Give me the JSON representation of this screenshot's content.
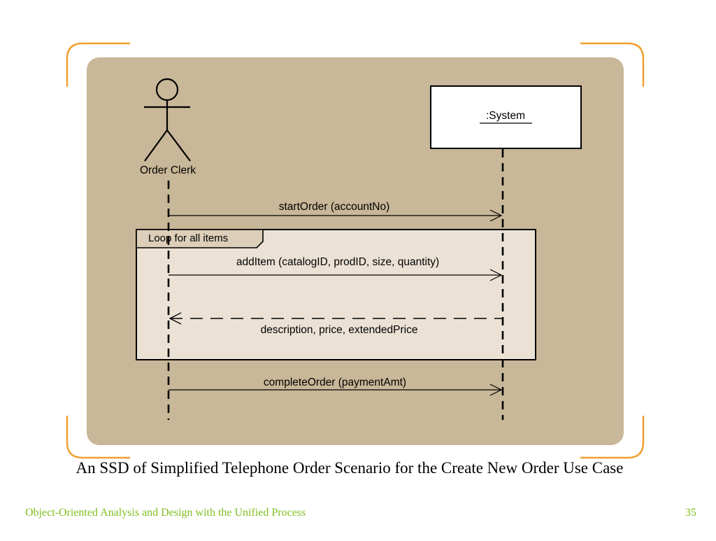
{
  "diagram": {
    "actor": {
      "label": "Order Clerk"
    },
    "system": {
      "label": ":System"
    },
    "loop": {
      "label": "Loop for all items"
    },
    "messages": [
      {
        "label": "startOrder (accountNo)",
        "kind": "call"
      },
      {
        "label": "addItem (catalogID, prodID, size, quantity)",
        "kind": "call"
      },
      {
        "label": "description, price, extendedPrice",
        "kind": "return"
      },
      {
        "label": "completeOrder (paymentAmt)",
        "kind": "call"
      }
    ]
  },
  "caption": "An SSD of  Simplified Telephone Order Scenario for the Create New Order Use Case",
  "footer": {
    "course": "Object-Oriented Analysis and Design with the Unified Process",
    "page_number": "35"
  },
  "colors": {
    "panel": "#c8b798",
    "loop_fill": "#ebe2d5",
    "loop_tab": "#dcceb8",
    "frame_accent": "#f0a030",
    "footer_text": "#7fbf1e"
  }
}
